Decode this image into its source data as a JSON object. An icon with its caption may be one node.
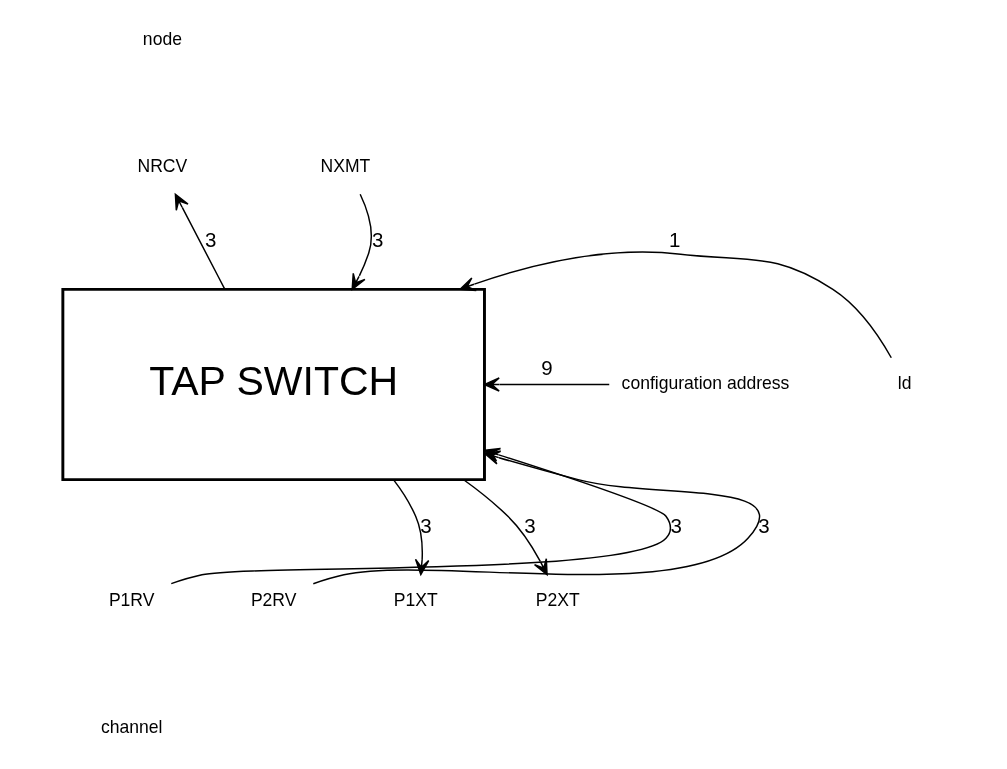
{
  "diagram": {
    "nodes": [
      {
        "text": [
          "TAP SWITCH"
        ]
      },
      {
        "text": [
          "NRCV"
        ]
      },
      {
        "text": [
          "NXMT"
        ]
      },
      {
        "text": [
          "configuration address"
        ]
      },
      {
        "text": [
          "ld"
        ]
      },
      {
        "text": [
          "P1RV"
        ]
      },
      {
        "text": [
          "P2RV"
        ]
      },
      {
        "text": [
          "P1XT"
        ]
      },
      {
        "text": [
          "P2XT"
        ]
      }
    ],
    "edges": [
      {
        "from": 0,
        "to": 1,
        "arrow": "to",
        "label": "3"
      },
      {
        "from": 2,
        "to": 0,
        "arrow": "to",
        "label": "3"
      },
      {
        "from": 3,
        "to": 0,
        "arrow": "to",
        "label": "9"
      },
      {
        "from": 4,
        "to": 0,
        "arrow": "to",
        "label": "1"
      },
      {
        "from": 5,
        "to": 0,
        "arrow": "to",
        "label": "3"
      },
      {
        "from": 6,
        "to": 0,
        "arrow": "to",
        "label": "3"
      },
      {
        "from": 0,
        "to": 7,
        "arrow": "to",
        "label": "3"
      },
      {
        "from": 0,
        "to": 8,
        "arrow": "to",
        "label": "3"
      }
    ],
    "labels": [
      "node",
      "channel"
    ]
  }
}
